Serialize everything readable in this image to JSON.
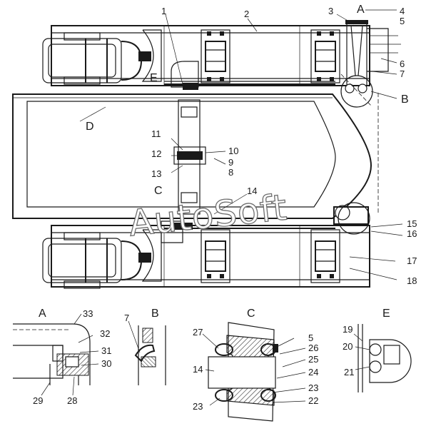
{
  "watermark": "AutoSoft",
  "view_letters": {
    "A_top": "A",
    "B_side": "B",
    "C_side": "C",
    "D_frame": "D",
    "E_side": "E"
  },
  "callouts": [
    "1",
    "2",
    "3",
    "4",
    "5",
    "6",
    "7",
    "8",
    "9",
    "10",
    "11",
    "12",
    "13",
    "14",
    "15",
    "16",
    "17",
    "18"
  ],
  "details": {
    "A": {
      "title": "A",
      "callouts": [
        "33",
        "32",
        "31",
        "30",
        "29",
        "28"
      ]
    },
    "B": {
      "title": "B",
      "callouts": [
        "7"
      ]
    },
    "C": {
      "title": "C",
      "callouts": [
        "27",
        "5",
        "26",
        "25",
        "14",
        "24",
        "23",
        "23",
        "22"
      ]
    },
    "E": {
      "title": "E",
      "callouts": [
        "19",
        "20",
        "21"
      ]
    }
  }
}
